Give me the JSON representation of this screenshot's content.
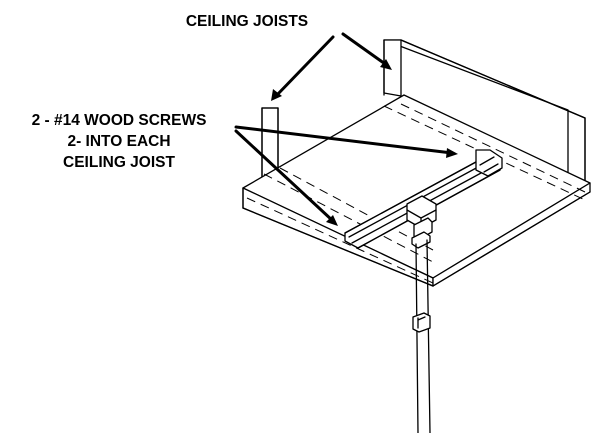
{
  "labels": {
    "ceiling_joists": "CEILING JOISTS",
    "screws_line1": "2 - #14 WOOD SCREWS",
    "screws_line2": "2- INTO EACH",
    "screws_line3": "CEILING JOIST"
  },
  "colors": {
    "line": "#000000",
    "background": "#ffffff"
  }
}
